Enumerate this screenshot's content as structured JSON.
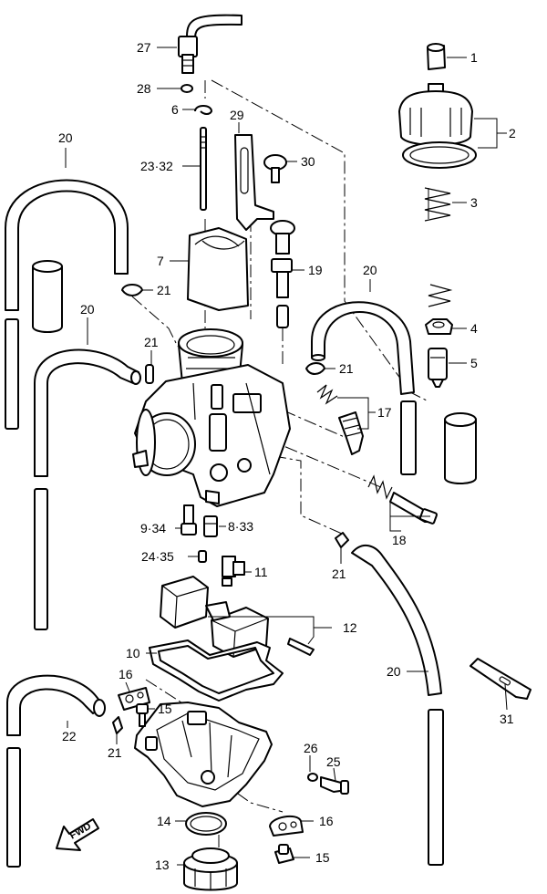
{
  "labels": {
    "p1": "1",
    "p2": "2",
    "p3": "3",
    "p4": "4",
    "p5": "5",
    "p6": "6",
    "p7": "7",
    "p8_33": "8·33",
    "p9_34": "9·34",
    "p10": "10",
    "p11": "11",
    "p12": "12",
    "p13": "13",
    "p14": "14",
    "p15a": "15",
    "p15b": "15",
    "p16a": "16",
    "p16b": "16",
    "p17": "17",
    "p18": "18",
    "p19": "19",
    "p20a": "20",
    "p20b": "20",
    "p20c": "20",
    "p20d": "20",
    "p21a": "21",
    "p21b": "21",
    "p21c": "21",
    "p21d": "21",
    "p21e": "21",
    "p22": "22",
    "p23_32": "23·32",
    "p24_35": "24·35",
    "p25": "25",
    "p26": "26",
    "p27": "27",
    "p28": "28",
    "p29": "29",
    "p30": "30",
    "p31": "31"
  },
  "fwd_label": "FWD"
}
